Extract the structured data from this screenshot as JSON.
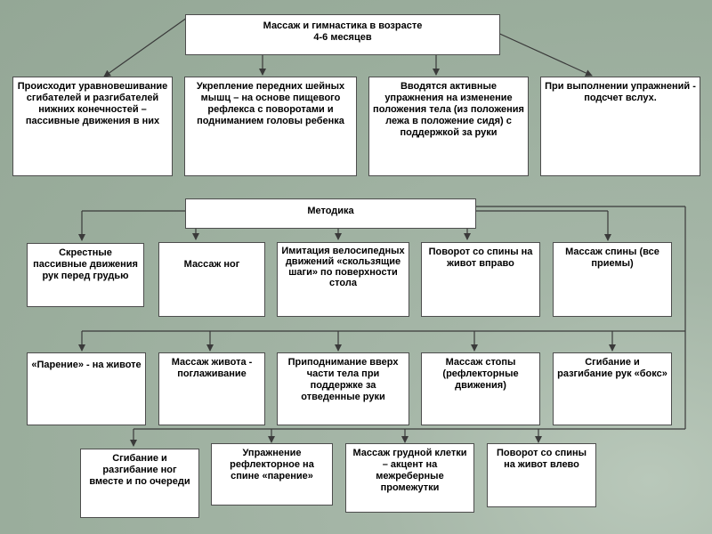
{
  "title": {
    "line1": "Массаж и гимнастика в возрасте",
    "line2": "4-6 месяцев"
  },
  "top_items": [
    "Происходит уравновешивание сгибателей и разгибателей нижних конечностей – пассивные движения в них",
    "Укрепление передних шейных мышц – на основе пищевого рефлекса с поворотами и подниманием головы ребенка",
    "Вводятся активные упражнения на изменение положения тела (из положения лежа в положение сидя) с поддержкой за руки",
    "При выполнении упражнений - подсчет вслух."
  ],
  "method": {
    "label": "Методика"
  },
  "row1": [
    "Скрестные пассивные движения рук перед грудью",
    "Массаж ног",
    "Имитация велосипедных движений «скользящие шаги» по поверхности стола",
    "Поворот со спины на живот вправо",
    "Массаж спины (все приемы)"
  ],
  "row2": [
    "«Парение» - на животе",
    "Массаж живота - поглаживание",
    "Приподнимание вверх части тела при поддержке за отведенные руки",
    "Массаж стопы (рефлекторные движения)",
    "Сгибание и разгибание рук «бокс»"
  ],
  "row3": [
    "Сгибание и разгибание ног вместе и по очереди",
    "Упражнение рефлекторное на спине «парение»",
    "Массаж грудной клетки – акцент на межреберные промежутки",
    "Поворот со спины на живот влево"
  ],
  "colors": {
    "background": "#9fb1a2",
    "box_fill": "#ffffff",
    "line": "#3a3a3a"
  }
}
